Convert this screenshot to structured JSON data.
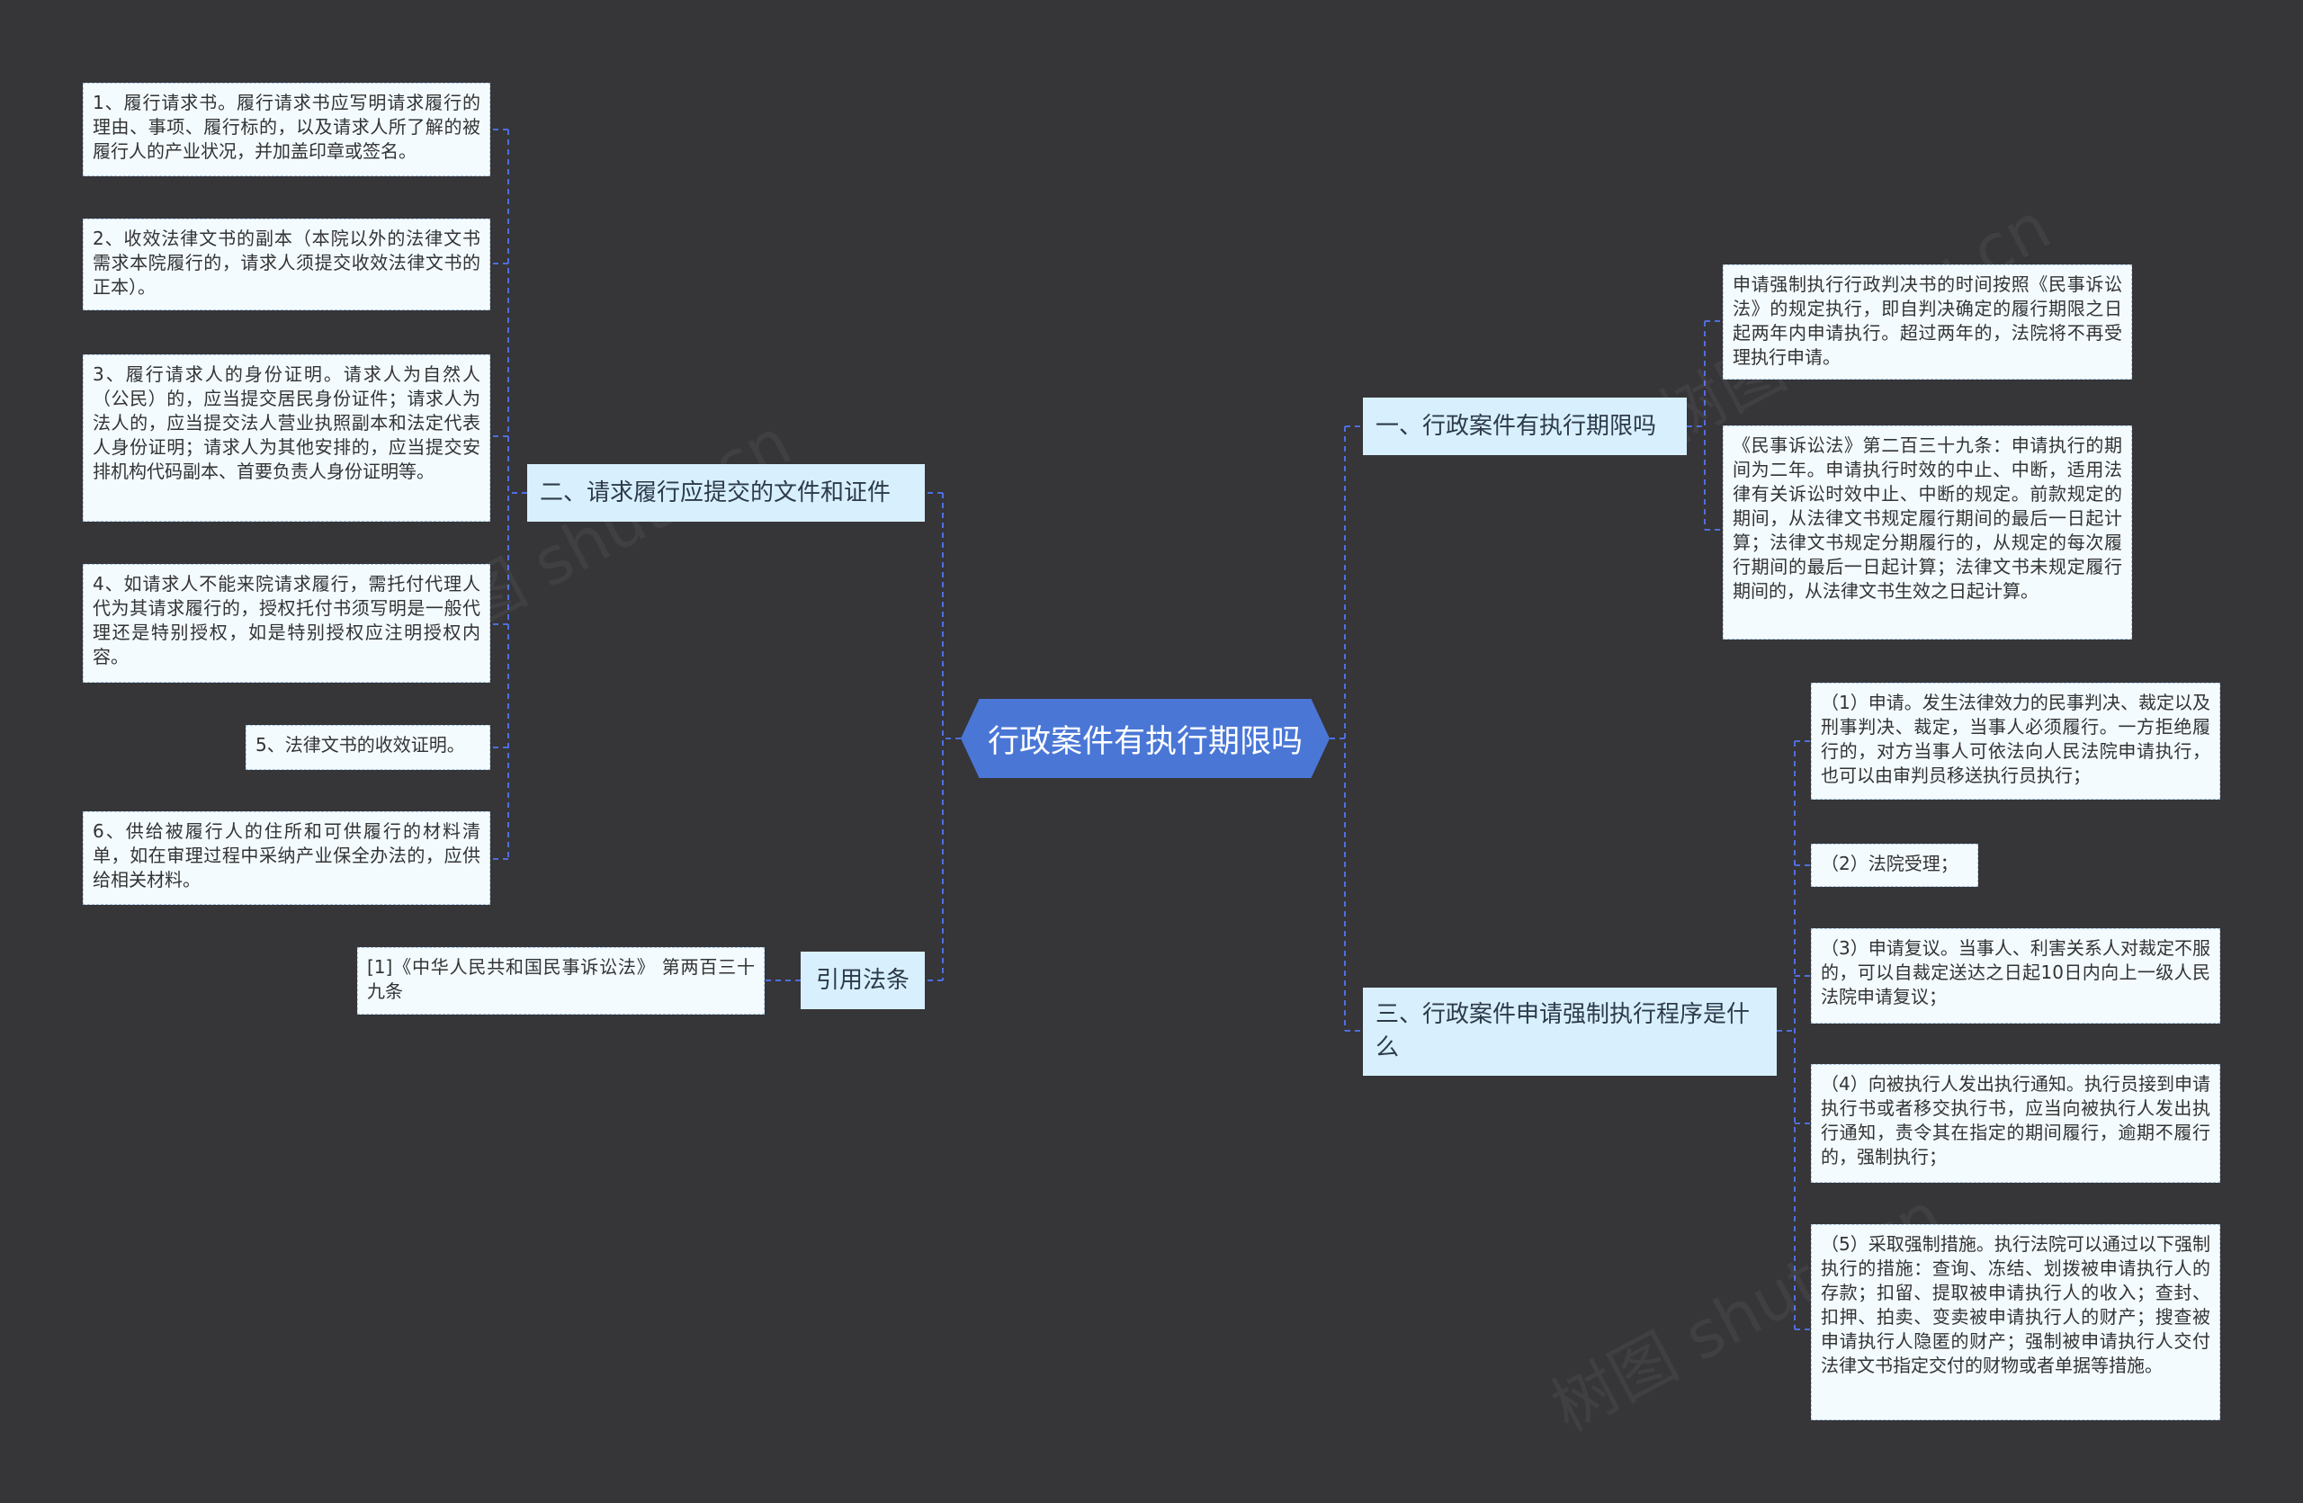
{
  "root": {
    "label": "行政案件有执行期限吗"
  },
  "branches": {
    "b1": {
      "label": "一、行政案件有执行期限吗"
    },
    "b2": {
      "label": "二、请求履行应提交的文件和证件"
    },
    "b3": {
      "label": "三、行政案件申请强制执行程序是什么"
    },
    "b4": {
      "label": "引用法条"
    }
  },
  "leaves": {
    "b1": [
      "申请强制执行行政判决书的时间按照《民事诉讼法》的规定执行，即自判决确定的履行期限之日起两年内申请执行。超过两年的，法院将不再受理执行申请。",
      "《民事诉讼法》第二百三十九条：申请执行的期间为二年。申请执行时效的中止、中断，适用法律有关诉讼时效中止、中断的规定。前款规定的期间，从法律文书规定履行期间的最后一日起计算；法律文书规定分期履行的，从规定的每次履行期间的最后一日起计算；法律文书未规定履行期间的，从法律文书生效之日起计算。"
    ],
    "b2": [
      "1、履行请求书。履行请求书应写明请求履行的理由、事项、履行标的，以及请求人所了解的被履行人的产业状况，并加盖印章或签名。",
      "2、收效法律文书的副本（本院以外的法律文书需求本院履行的，请求人须提交收效法律文书的正本）。",
      "3、履行请求人的身份证明。请求人为自然人（公民）的，应当提交居民身份证件；请求人为法人的，应当提交法人营业执照副本和法定代表人身份证明；请求人为其他安排的，应当提交安排机构代码副本、首要负责人身份证明等。",
      "4、如请求人不能来院请求履行，需托付代理人代为其请求履行的，授权托付书须写明是一般代理还是特别授权，如是特别授权应注明授权内容。",
      "5、法律文书的收效证明。",
      "6、供给被履行人的住所和可供履行的材料清单，如在审理过程中采纳产业保全办法的，应供给相关材料。"
    ],
    "b3": [
      "（1）申请。发生法律效力的民事判决、裁定以及刑事判决、裁定，当事人必须履行。一方拒绝履行的，对方当事人可依法向人民法院申请执行，也可以由审判员移送执行员执行；",
      "（2）法院受理；",
      "（3）申请复议。当事人、利害关系人对裁定不服的，可以自裁定送达之日起10日内向上一级人民法院申请复议；",
      "（4）向被执行人发出执行通知。执行员接到申请执行书或者移交执行书，应当向被执行人发出执行通知，责令其在指定的期间履行，逾期不履行的，强制执行；",
      "（5）采取强制措施。执行法院可以通过以下强制执行的措施：查询、冻结、划拨被申请执行人的存款；扣留、提取被申请执行人的收入；查封、扣押、拍卖、变卖被申请执行人的财产；搜查被申请执行人隐匿的财产；强制被申请执行人交付法律文书指定交付的财物或者单据等措施。"
    ],
    "b4": [
      "[1]《中华人民共和国民事诉讼法》 第两百三十九条"
    ]
  },
  "colors": {
    "background": "#363538",
    "root": "#4a77d6",
    "branch": "#d8f0fd",
    "leaf": "#f3fbff",
    "connector": "#4d6fe0"
  }
}
